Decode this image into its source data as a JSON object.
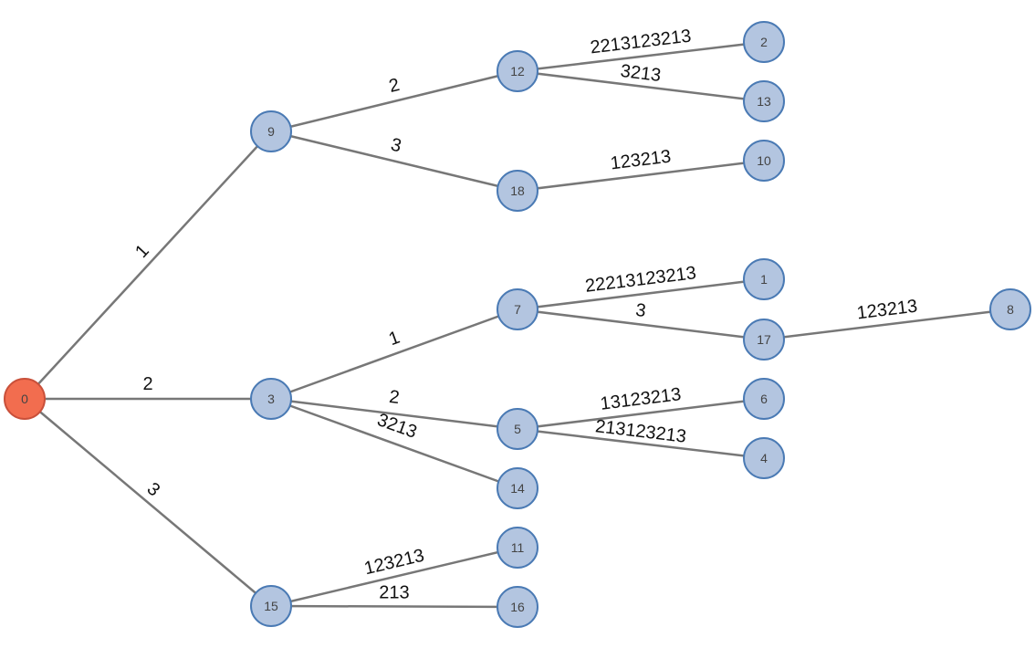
{
  "colors": {
    "root_fill": "#f26d4f",
    "root_stroke": "#c9503a",
    "node_fill": "#b3c5e0",
    "node_stroke": "#4a7ab4",
    "edge": "#777777"
  },
  "nodes": [
    {
      "id": "0",
      "root": true
    },
    {
      "id": "9"
    },
    {
      "id": "3"
    },
    {
      "id": "15"
    },
    {
      "id": "12"
    },
    {
      "id": "18"
    },
    {
      "id": "7"
    },
    {
      "id": "5"
    },
    {
      "id": "14"
    },
    {
      "id": "11"
    },
    {
      "id": "16"
    },
    {
      "id": "2"
    },
    {
      "id": "13"
    },
    {
      "id": "10"
    },
    {
      "id": "1"
    },
    {
      "id": "17"
    },
    {
      "id": "6"
    },
    {
      "id": "4"
    },
    {
      "id": "8"
    }
  ],
  "edges": [
    {
      "from": "0",
      "to": "9",
      "label": "1"
    },
    {
      "from": "0",
      "to": "3",
      "label": "2"
    },
    {
      "from": "0",
      "to": "15",
      "label": "3"
    },
    {
      "from": "9",
      "to": "12",
      "label": "2"
    },
    {
      "from": "9",
      "to": "18",
      "label": "3"
    },
    {
      "from": "12",
      "to": "2",
      "label": "2213123213"
    },
    {
      "from": "12",
      "to": "13",
      "label": "3213"
    },
    {
      "from": "18",
      "to": "10",
      "label": "123213"
    },
    {
      "from": "3",
      "to": "7",
      "label": "1"
    },
    {
      "from": "3",
      "to": "5",
      "label": "2"
    },
    {
      "from": "3",
      "to": "14",
      "label": "3213"
    },
    {
      "from": "7",
      "to": "1",
      "label": "22213123213"
    },
    {
      "from": "7",
      "to": "17",
      "label": "3"
    },
    {
      "from": "17",
      "to": "8",
      "label": "123213"
    },
    {
      "from": "5",
      "to": "6",
      "label": "13123213"
    },
    {
      "from": "5",
      "to": "4",
      "label": "213123213"
    },
    {
      "from": "15",
      "to": "11",
      "label": "123213"
    },
    {
      "from": "15",
      "to": "16",
      "label": "213"
    }
  ]
}
